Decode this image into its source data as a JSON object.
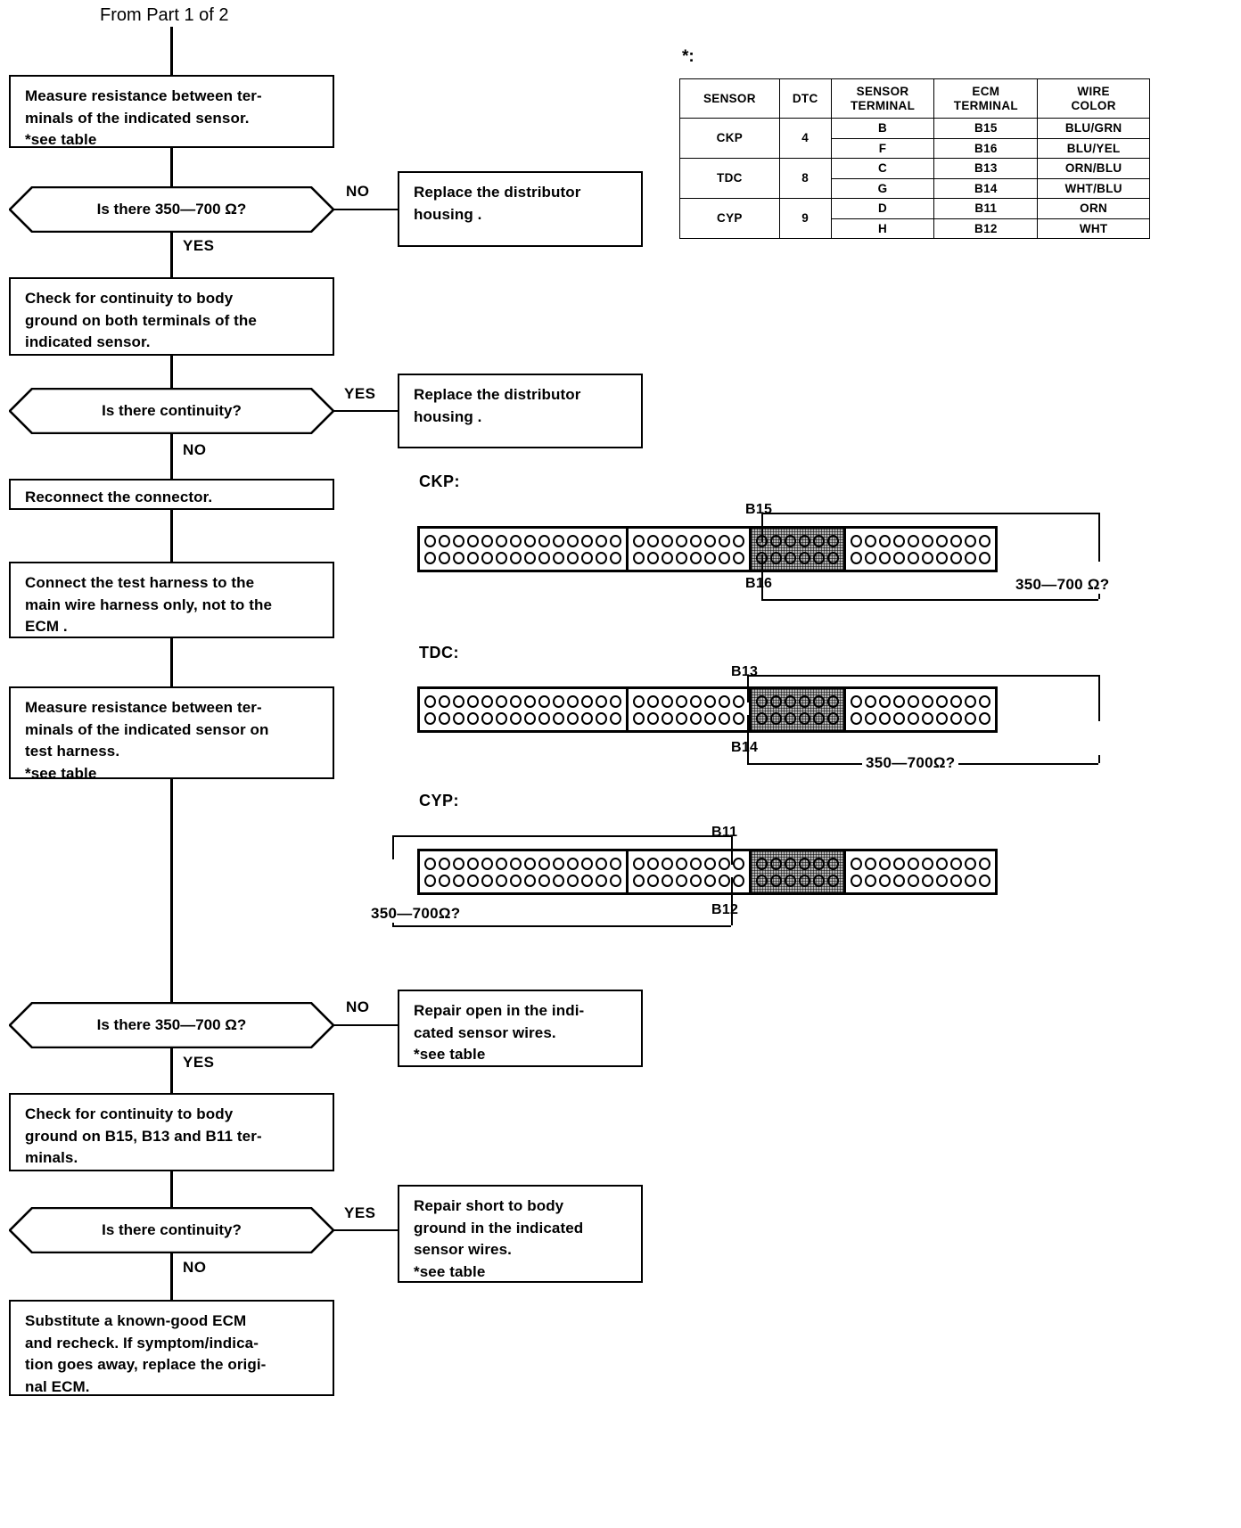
{
  "header": {
    "from_label": "From Part 1 of 2",
    "asterisk": "*:"
  },
  "flow": {
    "box1": "Measure resistance between ter-\nminals of the indicated sensor.\n*see table",
    "dec1": "Is there 350—700 Ω?",
    "dec1_no": "NO",
    "dec1_yes": "YES",
    "box_replace1": "Replace the distributor\nhousing .",
    "box2": "Check  for  continuity  to  body\nground on both terminals of the\nindicated sensor.",
    "dec2": "Is there continuity?",
    "dec2_yes": "YES",
    "dec2_no": "NO",
    "box_replace2": "Replace the distributor\nhousing .",
    "box3": "Reconnect the connector.",
    "box4": "Connect the test harness to the\nmain wire harness only, not to the\nECM .",
    "box5": "Measure resistance between ter-\nminals of the indicated sensor on\ntest harness.\n*see table",
    "dec3": "Is there 350—700 Ω?",
    "dec3_no": "NO",
    "dec3_yes": "YES",
    "box_repair_open": "Repair open in the indi-\ncated sensor wires.\n*see table",
    "box6": "Check  for  continuity  to  body\nground on B15, B13 and B11 ter-\nminals.",
    "dec4": "Is there continuity?",
    "dec4_yes": "YES",
    "dec4_no": "NO",
    "box_repair_short": "Repair  short  to  body\nground in the indicated\nsensor wires.\n*see table",
    "box_final": "Substitute  a  known-good  ECM\nand recheck. If symptom/indica-\ntion goes away, replace the origi-\nnal ECM."
  },
  "table": {
    "headers": [
      "SENSOR",
      "DTC",
      "SENSOR\nTERMINAL",
      "ECM\nTERMINAL",
      "WIRE\nCOLOR"
    ],
    "groups": [
      {
        "sensor": "CKP",
        "dtc": "4",
        "rows": [
          {
            "sensor_terminal": "B",
            "ecm_terminal": "B15",
            "wire_color": "BLU/GRN"
          },
          {
            "sensor_terminal": "F",
            "ecm_terminal": "B16",
            "wire_color": "BLU/YEL"
          }
        ]
      },
      {
        "sensor": "TDC",
        "dtc": "8",
        "rows": [
          {
            "sensor_terminal": "C",
            "ecm_terminal": "B13",
            "wire_color": "ORN/BLU"
          },
          {
            "sensor_terminal": "G",
            "ecm_terminal": "B14",
            "wire_color": "WHT/BLU"
          }
        ]
      },
      {
        "sensor": "CYP",
        "dtc": "9",
        "rows": [
          {
            "sensor_terminal": "D",
            "ecm_terminal": "B11",
            "wire_color": "ORN"
          },
          {
            "sensor_terminal": "H",
            "ecm_terminal": "B12",
            "wire_color": "WHT"
          }
        ]
      }
    ]
  },
  "connectors": [
    {
      "title": "CKP:",
      "top_label": "B15",
      "bottom_label": "B16",
      "ohm_label": "350—700 Ω?",
      "segments": [
        {
          "pins_per_row": 14,
          "shaded": false
        },
        {
          "pins_per_row": 8,
          "shaded": false
        },
        {
          "pins_per_row": 6,
          "shaded": true
        },
        {
          "pins_per_row": 10,
          "shaded": false
        }
      ]
    },
    {
      "title": "TDC:",
      "top_label": "B13",
      "bottom_label": "B14",
      "ohm_label": "350—700Ω?",
      "segments": [
        {
          "pins_per_row": 14,
          "shaded": false
        },
        {
          "pins_per_row": 8,
          "shaded": false
        },
        {
          "pins_per_row": 6,
          "shaded": true
        },
        {
          "pins_per_row": 10,
          "shaded": false
        }
      ]
    },
    {
      "title": "CYP:",
      "top_label": "B11",
      "bottom_label": "B12",
      "ohm_label": "350—700Ω?",
      "segments": [
        {
          "pins_per_row": 14,
          "shaded": false
        },
        {
          "pins_per_row": 8,
          "shaded": false
        },
        {
          "pins_per_row": 6,
          "shaded": true
        },
        {
          "pins_per_row": 10,
          "shaded": false
        }
      ]
    }
  ]
}
